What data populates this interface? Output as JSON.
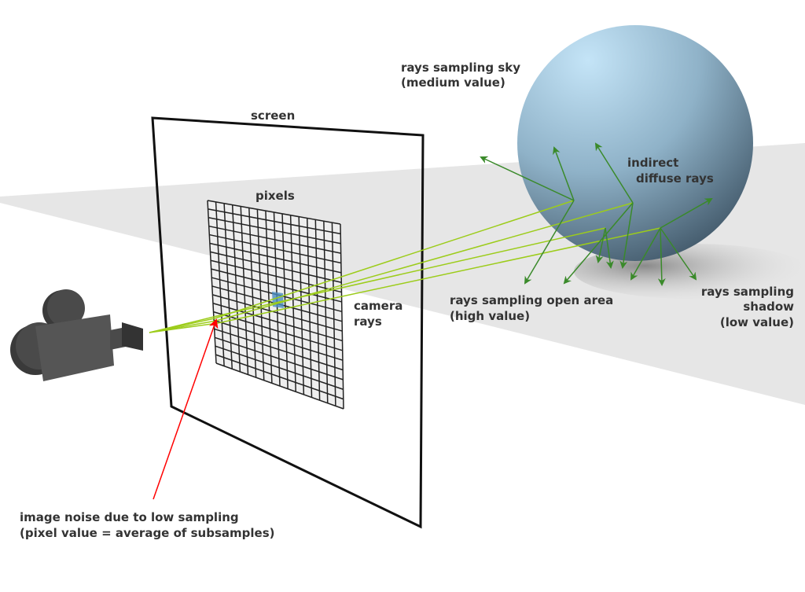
{
  "labels": {
    "screen": "screen",
    "pixels": "pixels",
    "camera_rays_1": "camera",
    "camera_rays_2": "rays",
    "sky_1": "rays sampling sky",
    "sky_2": "(medium value)",
    "indirect_1": "indirect",
    "indirect_2": "diffuse rays",
    "open_1": "rays sampling open area",
    "open_2": "(high value)",
    "shadow_1": "rays sampling",
    "shadow_2": "shadow",
    "shadow_3": "(low value)",
    "noise_1": "image noise due to low sampling",
    "noise_2": "(pixel value = average of subsamples)"
  },
  "colors": {
    "camera_ray": "#9ccc1a",
    "diffuse_ray": "#3a8a2a",
    "noise_arrow": "#ff0000",
    "sphere_top": "#bfe0f4",
    "sphere_bottom": "#4d6678"
  }
}
